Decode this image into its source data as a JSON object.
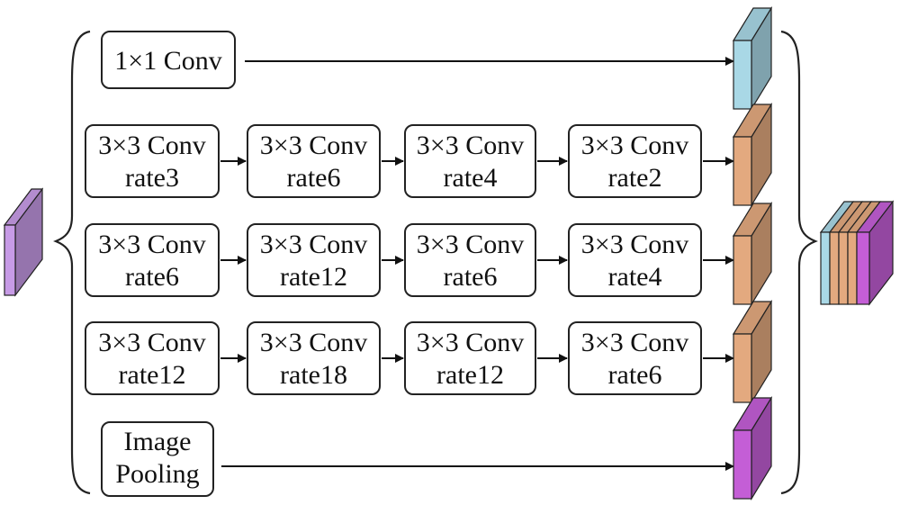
{
  "colors": {
    "input_block": "#c79be6",
    "conv1x1_block": "#a9d8e6",
    "dilated_block": "#e3a97f",
    "pooling_block": "#c45ed6",
    "concat_front": "#c45ed6",
    "stroke": "#222222"
  },
  "branches": [
    {
      "type": "single",
      "label": [
        "1×1 Conv"
      ]
    },
    {
      "type": "chain",
      "stages": [
        {
          "line1": "3×3 Conv",
          "line2": "rate3"
        },
        {
          "line1": "3×3 Conv",
          "line2": "rate6"
        },
        {
          "line1": "3×3 Conv",
          "line2": "rate4"
        },
        {
          "line1": "3×3 Conv",
          "line2": "rate2"
        }
      ]
    },
    {
      "type": "chain",
      "stages": [
        {
          "line1": "3×3 Conv",
          "line2": "rate6"
        },
        {
          "line1": "3×3 Conv",
          "line2": "rate12"
        },
        {
          "line1": "3×3 Conv",
          "line2": "rate6"
        },
        {
          "line1": "3×3 Conv",
          "line2": "rate4"
        }
      ]
    },
    {
      "type": "chain",
      "stages": [
        {
          "line1": "3×3 Conv",
          "line2": "rate12"
        },
        {
          "line1": "3×3 Conv",
          "line2": "rate18"
        },
        {
          "line1": "3×3 Conv",
          "line2": "rate12"
        },
        {
          "line1": "3×3 Conv",
          "line2": "rate6"
        }
      ]
    },
    {
      "type": "single",
      "label": [
        "Image",
        "Pooling"
      ]
    }
  ]
}
